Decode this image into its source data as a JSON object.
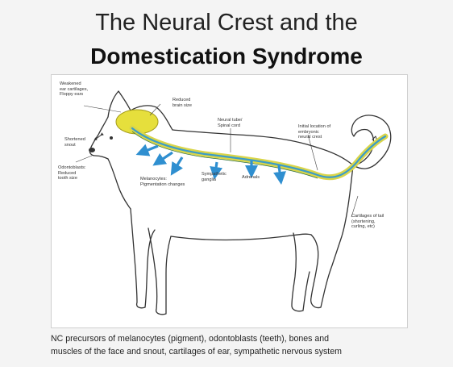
{
  "slide": {
    "title_line1": "The Neural Crest and the",
    "title_line2": "Domestication Syndrome"
  },
  "figure": {
    "labels": {
      "ears": "Weakened\near cartilages,\nFloppy ears",
      "brain": "Reduced\nbrain size",
      "neural_tube": "Neural tube/\nSpinal cord",
      "initial_location": "Initial location of\nembryonic\nneural crest",
      "snout": "Shortened\nsnout",
      "odontoblasts": "Odontoblasts:\nReduced\ntooth size",
      "melanocytes": "Melanocytes:\nPigmentation changes",
      "sympathetic": "Sympathetic\nganglia",
      "adrenals": "Adrenals",
      "tail": "Cartilages of tail\n(shortening,\ncurling, etc)"
    },
    "colors": {
      "brain": "#e6df3c",
      "neural_crest": "#d9d54a",
      "spinal_cord": "#3a9cc9",
      "arrows": "#2f8fd0",
      "outline": "#333333"
    }
  },
  "caption": {
    "line1": "NC precursors of melanocytes (pigment), odontoblasts (teeth), bones and",
    "line2": "muscles of the face and snout, cartilages of ear, sympathetic nervous system"
  }
}
